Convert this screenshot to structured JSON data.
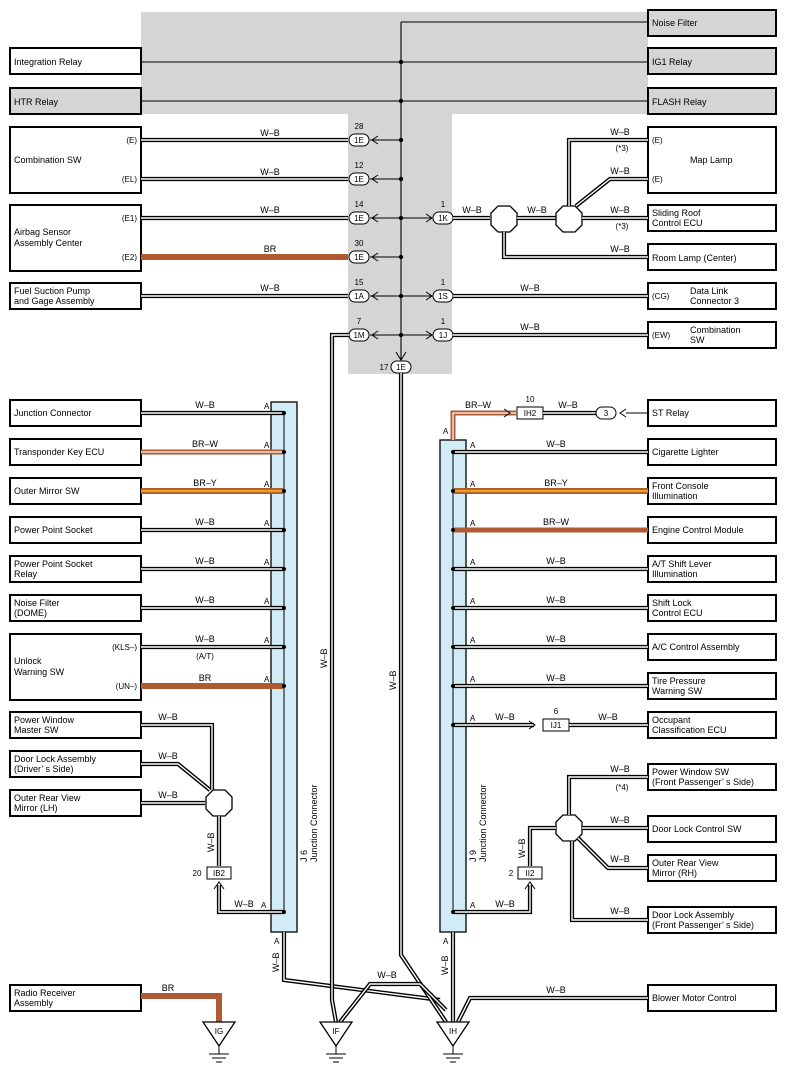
{
  "components": {
    "noise_filter": "Noise Filter",
    "integration_relay": "Integration Relay",
    "ig1_relay": "IG1 Relay",
    "htr_relay": "HTR Relay",
    "flash_relay": "FLASH Relay",
    "combination_sw": "Combination SW",
    "map_lamp": "Map Lamp",
    "airbag_sensor": [
      "Airbag Sensor",
      "Assembly Center"
    ],
    "sliding_roof": [
      "Sliding Roof",
      "Control ECU"
    ],
    "room_lamp": "Room Lamp (Center)",
    "fuel_suction": [
      "Fuel Suction Pump",
      "and Gage Assembly"
    ],
    "data_link": [
      "Data Link",
      "Connector 3"
    ],
    "combination_sw_r": [
      "Combination",
      "SW"
    ],
    "junction_connector": "Junction Connector",
    "transponder_key": "Transponder Key ECU",
    "outer_mirror_sw": "Outer Mirror SW",
    "power_point_socket": "Power Point Socket",
    "power_point_relay": [
      "Power Point Socket",
      "Relay"
    ],
    "noise_filter_dome": [
      "Noise Filter",
      "(DOME)"
    ],
    "unlock_warning": [
      "Unlock",
      "Warning SW"
    ],
    "power_window_master": [
      "Power Window",
      "Master SW"
    ],
    "door_lock_driver": [
      "Door Lock Assembly",
      "(Driver’ s Side)"
    ],
    "outer_rear_lh": [
      "Outer Rear View",
      "Mirror (LH)"
    ],
    "radio_receiver": [
      "Radio Receiver",
      "Assembly"
    ],
    "st_relay": "ST Relay",
    "cigarette_lighter": "Cigarette Lighter",
    "front_console": [
      "Front Console",
      "Illumination"
    ],
    "engine_control": "Engine Control Module",
    "at_shift_lever": [
      "A/T Shift Lever",
      "Illumination"
    ],
    "shift_lock": [
      "Shift Lock",
      "Control ECU"
    ],
    "ac_control": "A/C Control Assembly",
    "tire_pressure": [
      "Tire Pressure",
      "Warning SW"
    ],
    "occupant": [
      "Occupant",
      "Classification ECU"
    ],
    "power_window_fp": [
      "Power Window SW",
      "(Front Passenger’ s Side)"
    ],
    "door_lock_control": "Door Lock Control SW",
    "outer_rear_rh": [
      "Outer Rear View",
      "Mirror (RH)"
    ],
    "door_lock_fp": [
      "Door Lock Assembly",
      "(Front Passenger’ s Side)"
    ],
    "blower_motor": "Blower Motor Control"
  },
  "pins": {
    "E": "(E)",
    "EL": "(EL)",
    "E1": "(E1)",
    "E2": "(E2)",
    "plus3": "(*3)",
    "CG": "(CG)",
    "EW": "(EW)",
    "KLS": "(KLS–)",
    "AT": "(A/T)",
    "UN": "(UN–)",
    "plus4": "(*4)",
    "A": "A"
  },
  "wire_colors": {
    "WB": "W–B",
    "BR": "BR",
    "BRW": "BR–W",
    "BRY": "BR–Y"
  },
  "colors": {
    "brown": "#b05a34",
    "orange": "#e8a317",
    "bus_gray": "#d5d5d5",
    "junction_blue": "#d2ecf7"
  },
  "connectors": {
    "c28": "28",
    "c12": "12",
    "c14": "14",
    "c30": "30",
    "c15": "15",
    "c7": "7",
    "c1": "1",
    "c17": "17",
    "c10": "10",
    "c6": "6",
    "c20": "20",
    "c2": "2",
    "c1E": "1E",
    "c1K": "1K",
    "c1A": "1A",
    "c1S": "1S",
    "c1M": "1M",
    "c1J": "1J",
    "cIH2": "IH2",
    "c3": "3",
    "cIJ1": "IJ1",
    "cIB2": "IB2",
    "cII2": "II2",
    "J6": "J 6",
    "J9": "J 9"
  },
  "grounds": {
    "IG": "IG",
    "IF": "IF",
    "IH": "IH"
  }
}
